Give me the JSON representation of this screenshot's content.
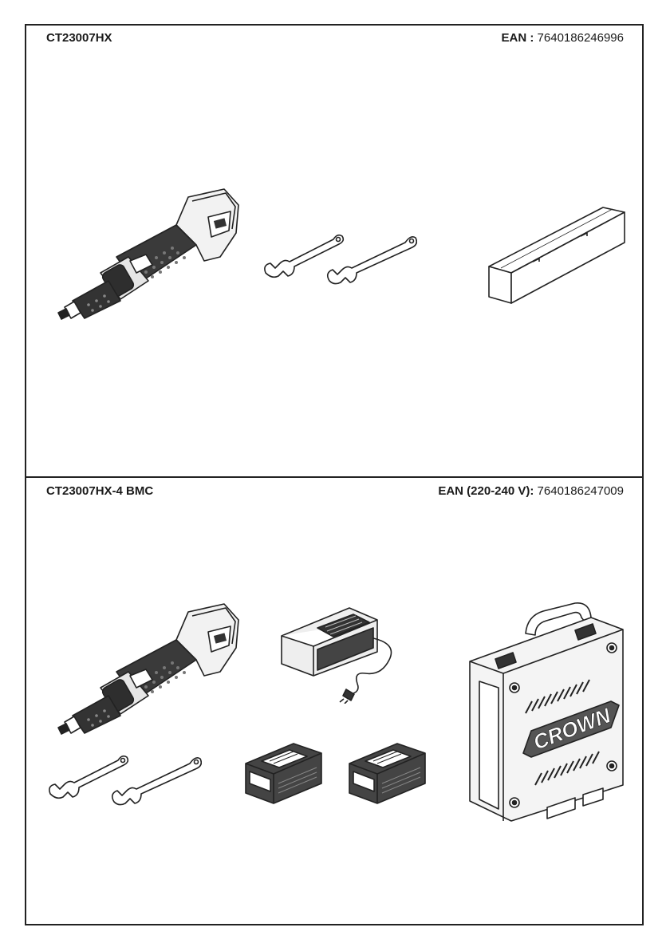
{
  "sections": [
    {
      "model": "CT23007HX",
      "ean_label": "EAN :",
      "ean_value": "7640186246996",
      "items": [
        "die-grinder",
        "wrenches",
        "box"
      ]
    },
    {
      "model": "CT23007HX-4 BMC",
      "ean_label": "EAN (220-240 V):",
      "ean_value": "7640186247009",
      "items": [
        "die-grinder",
        "charger",
        "wrenches",
        "battery",
        "battery",
        "carry-case"
      ]
    }
  ],
  "case_brand": "CROWN"
}
